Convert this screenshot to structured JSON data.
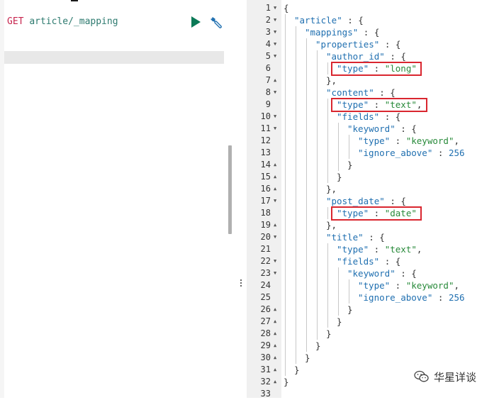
{
  "request": {
    "method": "GET",
    "path": "article/_mapping"
  },
  "icons": {
    "run": "play-icon",
    "settings": "wrench-icon",
    "watermark": "wechat-logo-icon"
  },
  "colors": {
    "method": "#c7254e",
    "path": "#2d7a6f",
    "run": "#0b7a57",
    "json_key": "#1f6fb0",
    "json_string": "#288a3a",
    "json_number": "#1f6fb0",
    "highlight_box": "#d9262f"
  },
  "response": {
    "lines": [
      {
        "n": "1",
        "fold": "down",
        "indent": 0,
        "key": "",
        "val": "",
        "type": "",
        "punct": "{"
      },
      {
        "n": "2",
        "fold": "down",
        "indent": 1,
        "key": "\"article\"",
        "val": "",
        "type": "",
        "punct": " : {"
      },
      {
        "n": "3",
        "fold": "down",
        "indent": 2,
        "key": "\"mappings\"",
        "val": "",
        "type": "",
        "punct": " : {"
      },
      {
        "n": "4",
        "fold": "down",
        "indent": 3,
        "key": "\"properties\"",
        "val": "",
        "type": "",
        "punct": " : {"
      },
      {
        "n": "5",
        "fold": "down",
        "indent": 4,
        "key": "\"author_id\"",
        "val": "",
        "type": "",
        "punct": " : {"
      },
      {
        "n": "6",
        "fold": "",
        "indent": 5,
        "key": "\"type\"",
        "val": "\"long\"",
        "type": "s",
        "punct": ""
      },
      {
        "n": "7",
        "fold": "up",
        "indent": 4,
        "key": "",
        "val": "",
        "type": "",
        "punct": "},"
      },
      {
        "n": "8",
        "fold": "down",
        "indent": 4,
        "key": "\"content\"",
        "val": "",
        "type": "",
        "punct": " : {"
      },
      {
        "n": "9",
        "fold": "",
        "indent": 5,
        "key": "\"type\"",
        "val": "\"text\"",
        "type": "s",
        "punct": ","
      },
      {
        "n": "10",
        "fold": "down",
        "indent": 5,
        "key": "\"fields\"",
        "val": "",
        "type": "",
        "punct": " : {"
      },
      {
        "n": "11",
        "fold": "down",
        "indent": 6,
        "key": "\"keyword\"",
        "val": "",
        "type": "",
        "punct": " : {"
      },
      {
        "n": "12",
        "fold": "",
        "indent": 7,
        "key": "\"type\"",
        "val": "\"keyword\"",
        "type": "s",
        "punct": ","
      },
      {
        "n": "13",
        "fold": "",
        "indent": 7,
        "key": "\"ignore_above\"",
        "val": "256",
        "type": "n",
        "punct": ""
      },
      {
        "n": "14",
        "fold": "up",
        "indent": 6,
        "key": "",
        "val": "",
        "type": "",
        "punct": "}"
      },
      {
        "n": "15",
        "fold": "up",
        "indent": 5,
        "key": "",
        "val": "",
        "type": "",
        "punct": "}"
      },
      {
        "n": "16",
        "fold": "up",
        "indent": 4,
        "key": "",
        "val": "",
        "type": "",
        "punct": "},"
      },
      {
        "n": "17",
        "fold": "down",
        "indent": 4,
        "key": "\"post_date\"",
        "val": "",
        "type": "",
        "punct": " : {"
      },
      {
        "n": "18",
        "fold": "",
        "indent": 5,
        "key": "\"type\"",
        "val": "\"date\"",
        "type": "s",
        "punct": ""
      },
      {
        "n": "19",
        "fold": "up",
        "indent": 4,
        "key": "",
        "val": "",
        "type": "",
        "punct": "},"
      },
      {
        "n": "20",
        "fold": "down",
        "indent": 4,
        "key": "\"title\"",
        "val": "",
        "type": "",
        "punct": " : {"
      },
      {
        "n": "21",
        "fold": "",
        "indent": 5,
        "key": "\"type\"",
        "val": "\"text\"",
        "type": "s",
        "punct": ","
      },
      {
        "n": "22",
        "fold": "down",
        "indent": 5,
        "key": "\"fields\"",
        "val": "",
        "type": "",
        "punct": " : {"
      },
      {
        "n": "23",
        "fold": "down",
        "indent": 6,
        "key": "\"keyword\"",
        "val": "",
        "type": "",
        "punct": " : {"
      },
      {
        "n": "24",
        "fold": "",
        "indent": 7,
        "key": "\"type\"",
        "val": "\"keyword\"",
        "type": "s",
        "punct": ","
      },
      {
        "n": "25",
        "fold": "",
        "indent": 7,
        "key": "\"ignore_above\"",
        "val": "256",
        "type": "n",
        "punct": ""
      },
      {
        "n": "26",
        "fold": "up",
        "indent": 6,
        "key": "",
        "val": "",
        "type": "",
        "punct": "}"
      },
      {
        "n": "27",
        "fold": "up",
        "indent": 5,
        "key": "",
        "val": "",
        "type": "",
        "punct": "}"
      },
      {
        "n": "28",
        "fold": "up",
        "indent": 4,
        "key": "",
        "val": "",
        "type": "",
        "punct": "}"
      },
      {
        "n": "29",
        "fold": "up",
        "indent": 3,
        "key": "",
        "val": "",
        "type": "",
        "punct": "}"
      },
      {
        "n": "30",
        "fold": "up",
        "indent": 2,
        "key": "",
        "val": "",
        "type": "",
        "punct": "}"
      },
      {
        "n": "31",
        "fold": "up",
        "indent": 1,
        "key": "",
        "val": "",
        "type": "",
        "punct": "}"
      },
      {
        "n": "32",
        "fold": "up",
        "indent": 0,
        "key": "",
        "val": "",
        "type": "",
        "punct": "}"
      },
      {
        "n": "33",
        "fold": "",
        "indent": 0,
        "key": "",
        "val": "",
        "type": "",
        "punct": ""
      }
    ],
    "highlighted_lines": [
      "6",
      "9",
      "18"
    ]
  },
  "watermark": {
    "text": "华星详谈"
  }
}
